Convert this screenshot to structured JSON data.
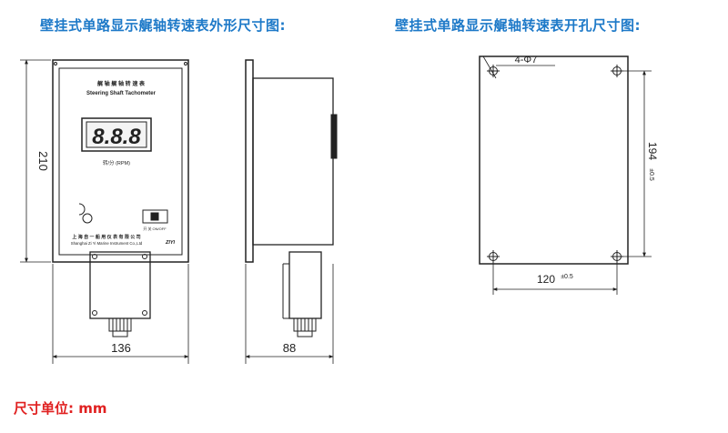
{
  "titles": {
    "outline": "壁挂式单路显示艉轴转速表外形尺寸图:",
    "cutout": "壁挂式单路显示艉轴转速表开孔尺寸图:"
  },
  "unit_note": "尺寸单位: mm",
  "panel": {
    "name_cn": "艉 轴 艉 轴 转 速 表",
    "name_en": "Steering Shaft Tachometer",
    "display_value": "8.8.8",
    "display_unit": "转/分 (RPM)",
    "switch_label": "开 关 ON/OFF",
    "maker_cn": "上 海 自 一 船 用 仪 表 有 限 公 司",
    "maker_en": "Shanghai Zi Yi Marine Instrument Co.,Ltd",
    "logo": "ZIYI"
  },
  "dimensions": {
    "height": "210",
    "width": "136",
    "depth": "88",
    "holes": "4-Φ7",
    "cut_height": "194",
    "cut_height_tol": "±0.5",
    "cut_width": "120",
    "cut_width_tol": "±0.5"
  }
}
